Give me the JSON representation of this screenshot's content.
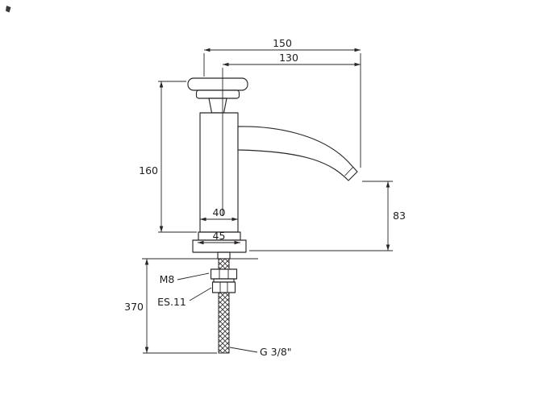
{
  "drawing": {
    "background": "#ffffff",
    "line_color": "#2a2626",
    "dimensions": {
      "overall_reach": "150",
      "spout_reach": "130",
      "body_height": "160",
      "body_width": "40",
      "base_width": "45",
      "spout_height": "83",
      "below_deck_length": "370"
    },
    "annotations": {
      "fixing_nut": "M8",
      "hex_size": "ES.11",
      "inlet_thread": "G 3/8\""
    }
  }
}
